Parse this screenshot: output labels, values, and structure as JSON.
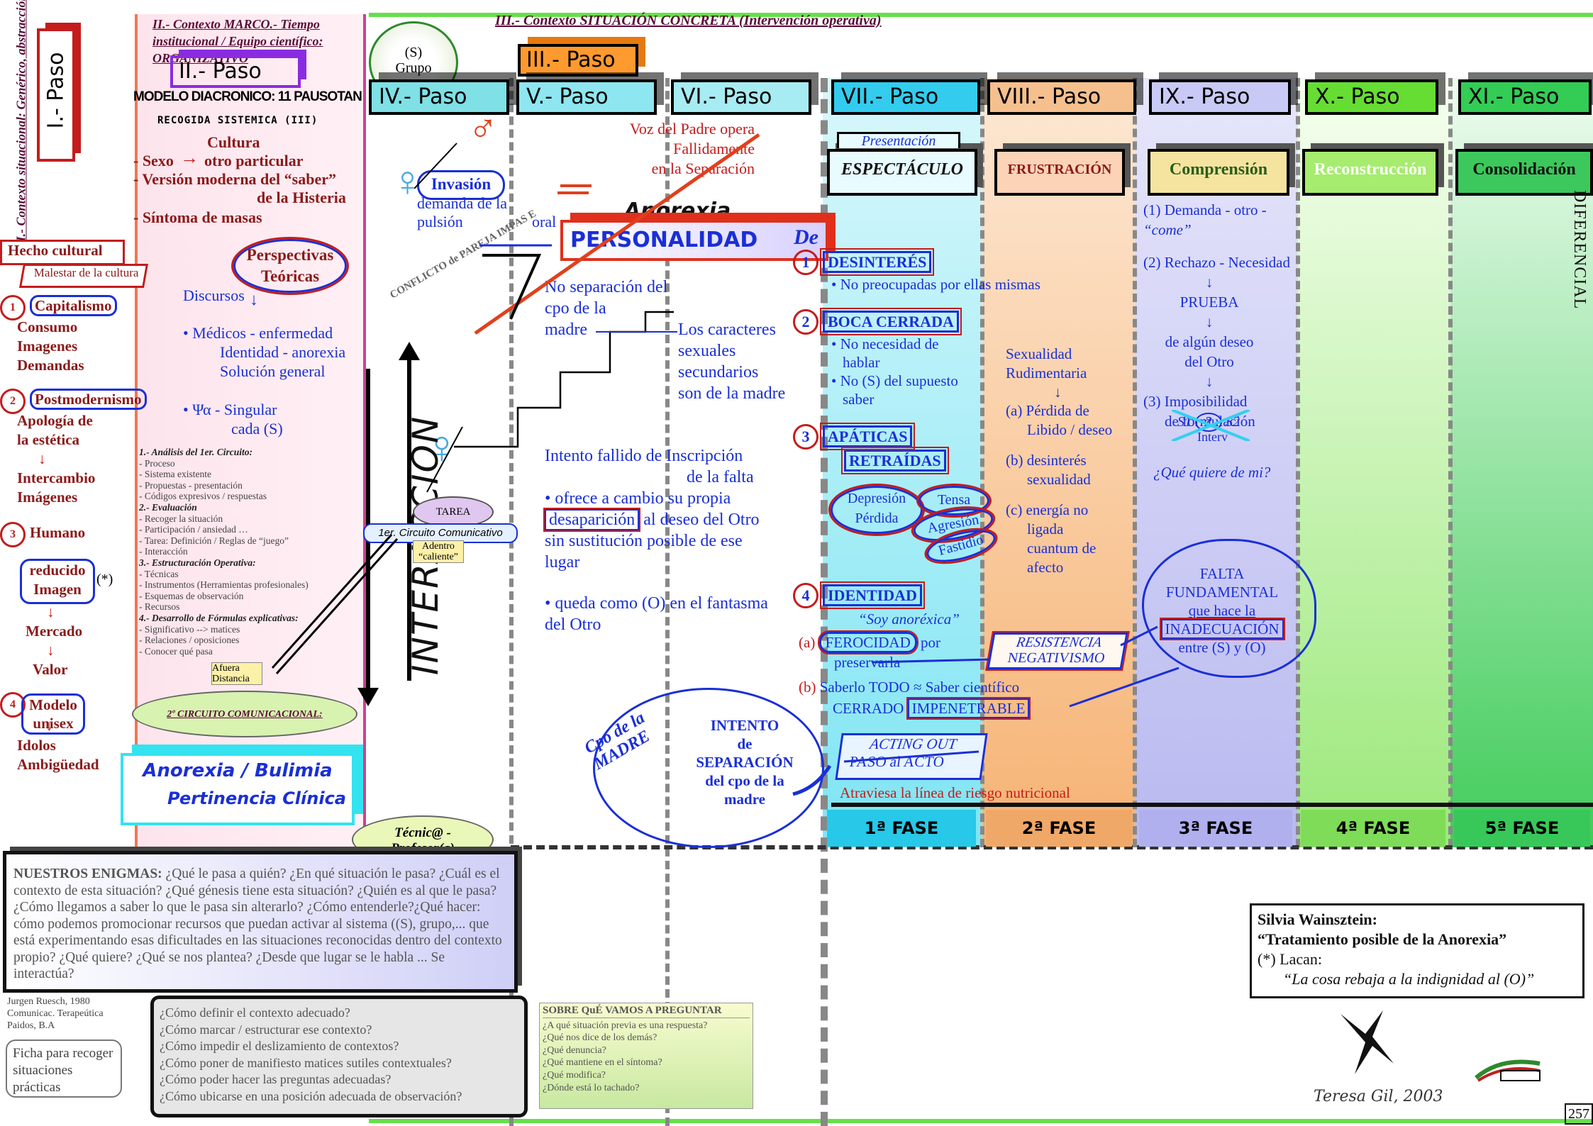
{
  "paso1": {
    "label": "I.- Paso",
    "side": "I.- Contexto situacional: Genérico, abstracción Alta"
  },
  "paso2": {
    "header": "II.- Contexto MARCO.- Tiempo institucional / Equipo científico: ORGANIZATIVO",
    "label": "II.- Paso",
    "modelo": "MODELO DIACRONICO: 11 PAUSOTAN",
    "recogida": "RECOGIDA SISTEMICA (III)"
  },
  "sexo_block": {
    "cultura": "Cultura",
    "sexo": "- Sexo",
    "otro": "otro particular",
    "version": "- Versión moderna del “saber”",
    "histeria": "de la Histeria",
    "sintoma": "- Síntoma de masas"
  },
  "left": {
    "hecho": "Hecho cultural",
    "malestar": "Malestar de la cultura",
    "items": [
      {
        "n": "1",
        "title": "Capitalismo",
        "lines": [
          "Consumo",
          "Imagenes",
          "Demandas"
        ]
      },
      {
        "n": "2",
        "title": "Postmodernismo",
        "lines": [
          "Apología de",
          "la estética",
          "Intercambio",
          "Imágenes"
        ]
      },
      {
        "n": "3",
        "title": "Humano",
        "lines": [
          "reducido",
          "Imagen",
          "(*)",
          "Mercado",
          "Valor"
        ]
      },
      {
        "n": "4",
        "title": "Modelo unisex",
        "lines": [
          "Idolos",
          "Ambigüedad"
        ]
      }
    ]
  },
  "perspectivas": {
    "title": "Perspectivas Teóricas",
    "discursos": "Discursos",
    "medicos": "Médicos - enfermedad",
    "identidad": "Identidad - anorexia",
    "solucion": "Solución general",
    "psi": "Ψα - Singular",
    "cada": "cada (S)"
  },
  "analysis": [
    "1.- Análisis del 1er. Circuito:",
    "- Proceso",
    "- Sistema existente",
    "- Propuestas - presentación",
    "- Códigos expresivos / respuestas",
    "2.- Evaluación",
    "- Recoger la situación",
    "- Participación / ansiedad …",
    "- Tarea: Definición / Reglas de “juego”",
    "- Interacción",
    "3.- Estructuración Operativa:",
    "- Técnicas",
    "- Instrumentos (Herramientas profesionales)",
    "- Esquemas de observación",
    "- Recursos",
    "4.- Desarrollo de Fórmulas explicativas:",
    "- Significativo --> matices",
    "- Relaciones / oposiciones",
    "- Conocer qué pasa"
  ],
  "center": {
    "grupo": "(S) Grupo",
    "circuito1": "1er. Circuito Comunicativo",
    "circuito2": "2º CIRCUITO COMUNICACIONAL:",
    "tarea": "TAREA",
    "adentro": "Adentro “caliente”",
    "afuera": "Afuera Distancia",
    "interaccion": "INTERACCION",
    "conflicto": "CONFLICTO de PAREJA IMPAS E",
    "invasion": "Invasión",
    "demanda": "demanda de la",
    "pulsion": "pulsión",
    "oral": "oral",
    "tecnico": "Técnic@ - Profesor(a)"
  },
  "anorexia_box": {
    "title": "Anorexia / Bulimia",
    "sub": "Pertinencia Clínica"
  },
  "paso3": {
    "header": "III.- Contexto SITUACIÓN CONCRETA (Intervención operativa)",
    "label": "III.- Paso"
  },
  "pasos": [
    {
      "label": "IV.- Paso",
      "color": "#7fe0e6"
    },
    {
      "label": "V.- Paso",
      "color": "#8ee6f0"
    },
    {
      "label": "VI.- Paso",
      "color": "#a6ecf2"
    },
    {
      "label": "VII.- Paso",
      "color": "#33ccee"
    },
    {
      "label": "VIII.- Paso",
      "color": "#f5c08e"
    },
    {
      "label": "IX.- Paso",
      "color": "#c9c9f5"
    },
    {
      "label": "X.- Paso",
      "color": "#66dd33"
    },
    {
      "label": "XI.- Paso",
      "color": "#33cc55"
    }
  ],
  "stages": [
    {
      "top": "Presentación",
      "label": "ESPECTÁCULO"
    },
    {
      "top": "",
      "label": "FRUSTRACIÓN"
    },
    {
      "top": "",
      "label": "Comprensión"
    },
    {
      "top": "",
      "label": "Reconstrucción"
    },
    {
      "top": "",
      "label": "Consolidación"
    }
  ],
  "padre": {
    "line1": "Voz del Padre opera",
    "line2": "Fallidamente",
    "line3": "en la Separación"
  },
  "personalidad": {
    "anorexia": "Anorexia",
    "personalidad": "PERSONALIDAD",
    "de": "De"
  },
  "noseparacion": {
    "l1": "No separación del",
    "l2": "cpo de la",
    "l3": "madre",
    "caracteres": "Los caracteres",
    "sexuales": "sexuales",
    "secundarios": "secundarios",
    "madre": "son de la madre"
  },
  "intento": {
    "l1": "Intento fallido de Inscripción",
    "l2": "de la falta",
    "b1a": "ofrece a cambio su propia",
    "b1b": "desaparición",
    "b1c": "al deseo del Otro",
    "b1d": "sin sustitución posible de ese",
    "b1e": "lugar",
    "b2a": "queda como (O) en el fantasma",
    "b2b": "del Otro"
  },
  "cpo": {
    "cpo": "Cpo de la MADRE",
    "intento": "INTENTO",
    "de": "de",
    "separacion": "SEPARACIÓN",
    "del": "del cpo de la",
    "madre": "madre"
  },
  "vii": {
    "n1": "1",
    "desinteres": "DESINTERÉS",
    "no_preocupadas": "No preocupadas por ellas mismas",
    "n2": "2",
    "boca": "BOCA CERRADA",
    "no_necesidad": "No necesidad de",
    "hablar": "hablar",
    "no_s": "No (S) del supuesto",
    "saber": "saber",
    "n3": "3",
    "apaticas": "APÁTICAS",
    "retraidas": "RETRAÍDAS",
    "depresion": "Depresión",
    "perdida": "Pérdida",
    "tensa": "Tensa",
    "agresion": "Agresión",
    "fastidio": "Fastidio",
    "n4": "4",
    "identidad": "IDENTIDAD",
    "soy": "“Soy anoréxica”",
    "a": "(a)",
    "ferocidad": "FEROCIDAD",
    "por": "por",
    "preservarla": "preservarla",
    "b": "(b)",
    "saberlo": "Saberlo TODO ≈ Saber científico",
    "cerrado": "CERRADO",
    "impenetrable": "IMPENETRABLE",
    "acting": "ACTING OUT",
    "paso_acto": "PASO al ACTO",
    "atraviesa": "Atraviesa la línea de riesgo nutricional"
  },
  "viii": {
    "sexualidad": "Sexualidad",
    "rudimentaria": "Rudimentaria",
    "a": "(a) Pérdida de",
    "libido": "Libido / deseo",
    "b": "(b) desinterés",
    "sexualidad2": "sexualidad",
    "c": "(c) energía no",
    "ligada": "ligada",
    "cuantum": "cuantum de",
    "afecto": "afecto",
    "resistencia": "RESISTENCIA",
    "negativismo": "NEGATIVISMO"
  },
  "ix": {
    "demanda": "(1) Demanda - otro -",
    "come": "“come”",
    "rechazo": "(2) Rechazo - Necesidad",
    "prueba": "PRUEBA",
    "algun": "de algún deseo",
    "otro": "del Otro",
    "imposibilidad": "(3) Imposibilidad",
    "formulacion": "de formulación",
    "s1": "S1",
    "q": "?",
    "s2": "S2",
    "interv": "Interv",
    "quiere": "¿Qué quiere de mi?"
  },
  "falta": {
    "l1": "FALTA",
    "l2": "FUNDAMENTAL",
    "l3": "que hace la",
    "l4": "INADECUACIÓN",
    "l5": "entre (S) y (O)"
  },
  "diferencial": "DIFERENCIAL",
  "phases": [
    "1ª FASE",
    "2ª FASE",
    "3ª FASE",
    "4ª FASE",
    "5ª FASE"
  ],
  "enigmas": {
    "title": "NUESTROS ENIGMAS:",
    "text": "¿Qué le pasa a quién? ¿En qué situación le pasa? ¿Cuál es el contexto de esta situación? ¿Qué génesis tiene esta situación? ¿Quién es al que le pasa? ¿Cómo llegamos a saber lo que le pasa sin alterarlo? ¿Cómo entenderle?¿Qué hacer: cómo podemos promocionar recursos que puedan activar al sistema ((S), grupo,... que está experimentando esas dificultades en las situaciones reconocidas dentro del contexto propio? ¿Qué quiere? ¿Qué se nos plantea? ¿Desde que lugar se le habla ... Se interactúa?"
  },
  "ref": [
    "Jurgen Ruesch, 1980",
    "Comunicac. Terapeútica",
    "Paidos, B.A"
  ],
  "ficha": "Ficha para recoger situaciones prácticas",
  "questions": [
    "¿Cómo definir el contexto adecuado?",
    "¿Cómo marcar / estructurar ese contexto?",
    "¿Cómo impedir el deslizamiento de contextos?",
    "¿Cómo poner de manifiesto matices sutiles contextuales?",
    "¿Cómo poder hacer las preguntas adecuadas?",
    "¿Cómo ubicarse en una posición adecuada de observación?"
  ],
  "sobre": {
    "title": "SOBRE QuÉ VAMOS A PREGUNTAR",
    "items": [
      "¿A qué situación previa es una respuesta?",
      "¿Qué nos dice de los demás?",
      "¿Qué denuncia?",
      "¿Qué mantiene en el síntoma?",
      "¿Qué modifica?",
      "¿Dónde está lo tachado?"
    ]
  },
  "citation": {
    "author": "Silvia Wainsztein:",
    "title": "“Tratamiento posible de la Anorexia”",
    "lacan": "(*) Lacan:",
    "quote": "“La cosa rebaja a la indignidad al (O)”"
  },
  "signature": "Teresa Gil, 2003",
  "page": "257"
}
